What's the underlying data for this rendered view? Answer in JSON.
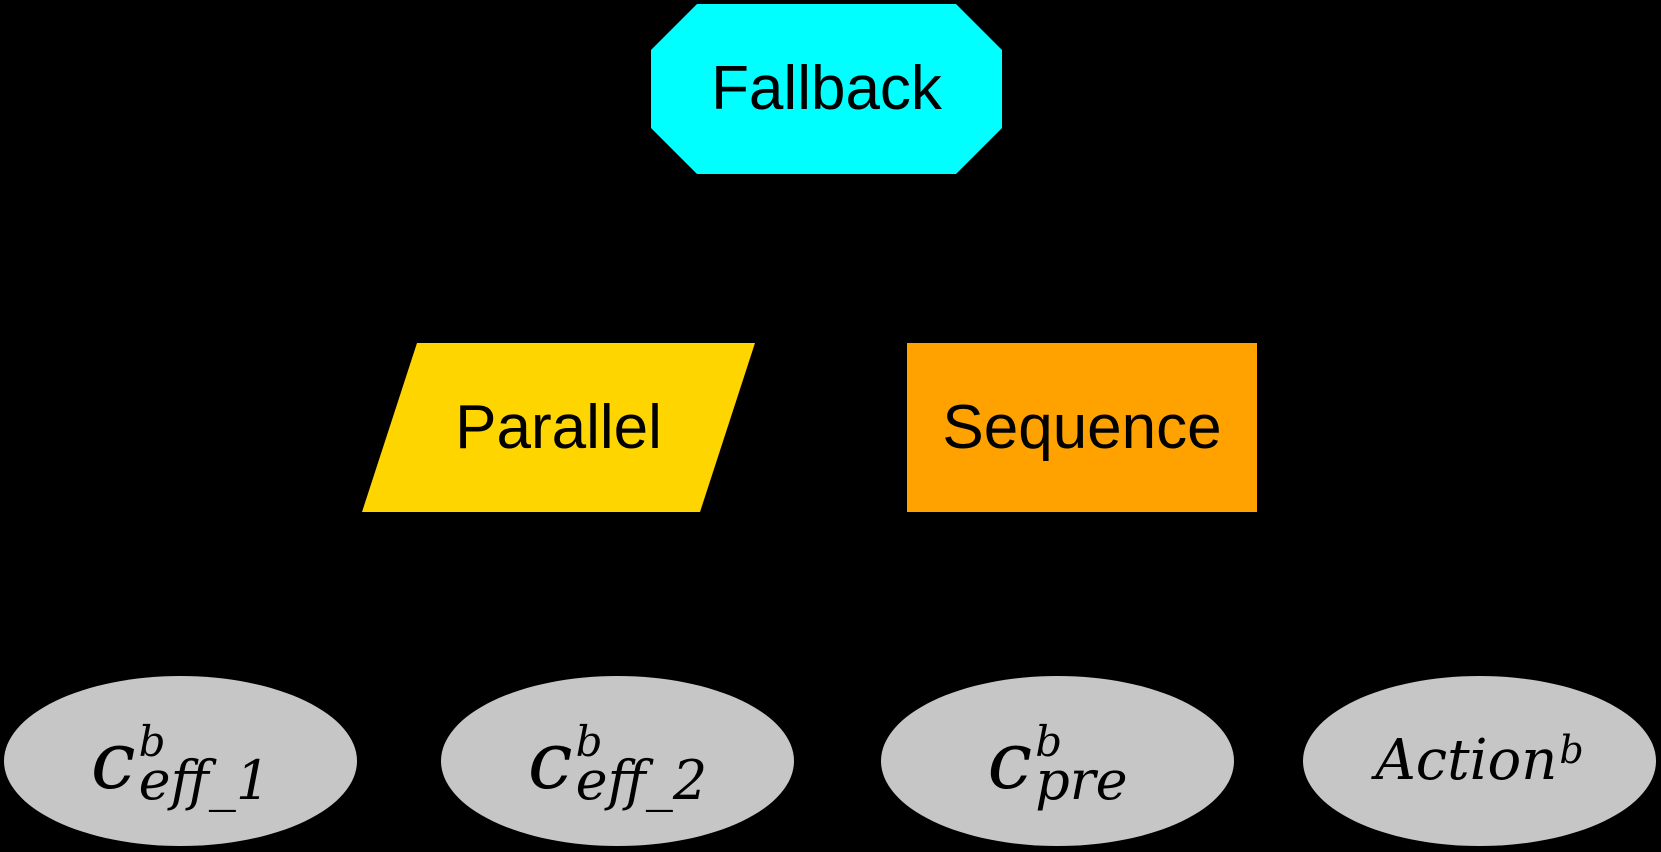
{
  "diagram": {
    "type": "behavior-tree",
    "background_color": "#000000",
    "text_color": "#000000",
    "root": {
      "label": "Fallback",
      "shape": "octagon",
      "fill": "#00ffff"
    },
    "control_nodes": [
      {
        "label": "Parallel",
        "shape": "parallelogram",
        "fill": "#ffd500"
      },
      {
        "label": "Sequence",
        "shape": "rectangle",
        "fill": "#ffa200"
      }
    ],
    "leaf_nodes": [
      {
        "base": "c",
        "sup": "b",
        "sub": "eff_1",
        "shape": "ellipse",
        "fill": "#c6c6c6"
      },
      {
        "base": "c",
        "sup": "b",
        "sub": "eff_2",
        "shape": "ellipse",
        "fill": "#c6c6c6"
      },
      {
        "base": "c",
        "sup": "b",
        "sub": "pre",
        "shape": "ellipse",
        "fill": "#c6c6c6"
      },
      {
        "base": "Action",
        "sup": "b",
        "sub": "",
        "shape": "ellipse",
        "fill": "#c6c6c6"
      }
    ]
  }
}
